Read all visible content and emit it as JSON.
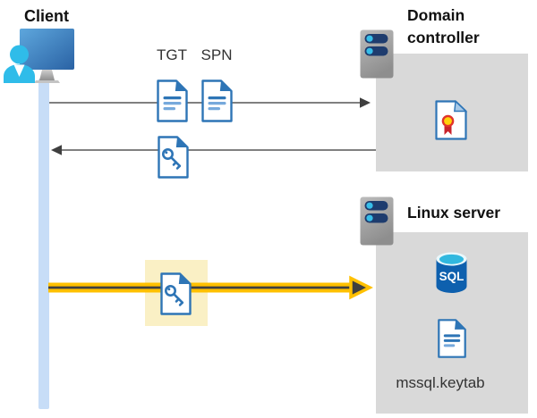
{
  "nodes": {
    "client": {
      "label": "Client"
    },
    "domain_controller": {
      "label": "Domain controller"
    },
    "linux_server": {
      "label": "Linux server"
    }
  },
  "labels": {
    "tgt": "TGT",
    "spn": "SPN",
    "sql": "SQL",
    "keytab": "mssql.keytab"
  },
  "icons": {
    "client": "client-computer-user-icon",
    "domain_controller": "server-icon",
    "linux_server": "server-icon",
    "tgt_document": "document-icon",
    "spn_document": "document-icon",
    "service_ticket": "key-document-icon",
    "service_ticket_highlighted": "key-document-icon",
    "certificate": "certificate-document-icon",
    "sql_database": "sql-database-icon",
    "keytab_document": "document-icon"
  },
  "arrows": {
    "request": "client-to-domain-controller",
    "response": "domain-controller-to-client",
    "auth": "client-to-linux-server-highlighted"
  },
  "colors": {
    "document_blue": "#2E75B6",
    "document_line_light": "#76A9DC",
    "box_gray": "#D9D9D9",
    "lifeline_blue": "#C7DDF7",
    "highlight_yellow": "#FAF0C5",
    "arrow_yellow": "#FFC000",
    "arrow_dark": "#3F3F3F",
    "arrow_gray": "#575757",
    "sql_body_blue": "#0E60AE",
    "sql_top_cyan": "#31B8DF",
    "server_bar_navy": "#1E3C6E",
    "server_dot_cyan": "#37BEE9",
    "person_cyan": "#2FBCE9",
    "cert_red": "#E1332B",
    "cert_yellow": "#FFD20A"
  }
}
